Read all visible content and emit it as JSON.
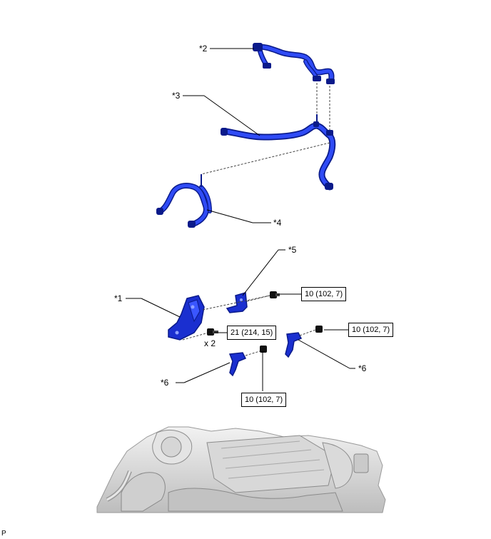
{
  "callouts": {
    "c1": "*1",
    "c2": "*2",
    "c3": "*3",
    "c4": "*4",
    "c5": "*5",
    "c6a": "*6",
    "c6b": "*6"
  },
  "torque": {
    "t1": "10 (102, 7)",
    "t2": "21 (214, 15)",
    "t3": "10 (102, 7)",
    "t4": "10 (102, 7)"
  },
  "quantity": "x 2",
  "corner_mark": "P",
  "colors": {
    "part_blue": "#1a2fd0",
    "part_dark": "#0a1a8a",
    "engine_gray": "#c8c8c8"
  }
}
